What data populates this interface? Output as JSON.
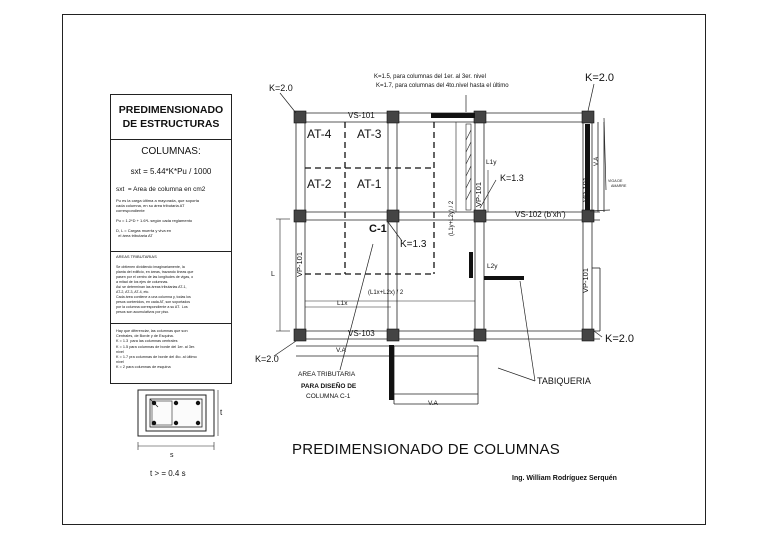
{
  "sheet": {
    "drawing_title": "PREDIMENSIONADO DE COLUMNAS",
    "author": "Ing. William Rodríguez Serquén"
  },
  "panel": {
    "title_line1": "PREDIMENSIONADO",
    "title_line2": "DE ESTRUCTURAS",
    "columns_header": "COLUMNAS:",
    "formula": "sxt = 5.44*K*Pu / 1000",
    "definition": "sxt  = Area de columna en cm2",
    "note1": "Pu es la carga última a mayorada, que soporta\ncada columna, en su área tributaria AT\ncorrespondiente",
    "note2": "Pu = 1.2*D + 1.6*L según cada reglamento",
    "note3": "D, L = Cargas muerta y viva en\n  el área tributaria AT",
    "areas_header": "AREAS TRIBUTARIAS",
    "areas_text": "Se obtienen dividiendo imaginariamente, la\nplanta del edificio, en áreas, trazando líneas que\npasen por el centro de las longitudes de vigas, o\na mitad de los ejes de columnas.\nAsí se determinan las áreas tributarias AT-1,\nAT-2, AT-3, AT-4, etc.\nCada área contiene a una columna y, todas los\npesos contenidos, en cada AT, son soportados\npor la columna correspondiente a su AT.  Los\npesos son acumulativos por piso.",
    "k_text": "Hay que diferenciar, las columnas que son\nCentrales, de Borde y de Esquina.\nK = 1.3  para las columnas centrales\nK = 1.5 para columnas de borde del 1er. al 3er.\nnivel\nK = 1.7 pra columnas de borde del 4to. al último\nnivel\nK = 2 para columnas de esquina",
    "section_t": "t",
    "section_s": "s",
    "ratio": "t  > = 0.4 s"
  },
  "plan": {
    "k_top_left": "K=2.0",
    "k_top_right": "K=2.0",
    "k_bottom_left": "K=2.0",
    "k_bottom_right": "K=2.0",
    "k_note_line1": "K=1.5, para columnas del 1er. al 3er. nivel",
    "k_note_line2": "K=1.7, para columnas del 4to.nivel hasta el último",
    "vs101": "VS-101",
    "vs102": "VS-102 (b’xh’)",
    "vs103": "VS-103",
    "vp101_left": "VP-101",
    "vp101_mid": "VP-101",
    "vp101_right_top": "VP-101",
    "vp101_right_bottom": "VP-101",
    "at1": "AT-1",
    "at2": "AT-2",
    "at3": "AT-3",
    "at4": "AT-4",
    "c1": "C-1",
    "k13_center": "K=1.3",
    "k13_right": "K=1.3",
    "l1y": "L1y",
    "l2y": "L2y",
    "l1x": "L1x",
    "half_y": "(L1y+L2y) / 2",
    "half_x": "(L1x+L2x) / 2",
    "l_dim": "L",
    "va_right": "V.A",
    "va_bottom": "V.A",
    "va_stair": "V.A",
    "viga_amarre_1": "VIGA DE",
    "viga_amarre_2": "AMARRE",
    "area_trib_1": "AREA TRIBUTARIA",
    "area_trib_2": "PARA DISEÑO DE",
    "area_trib_3": "COLUMNA C-1",
    "tabiqueria": "TABIQUERIA"
  }
}
